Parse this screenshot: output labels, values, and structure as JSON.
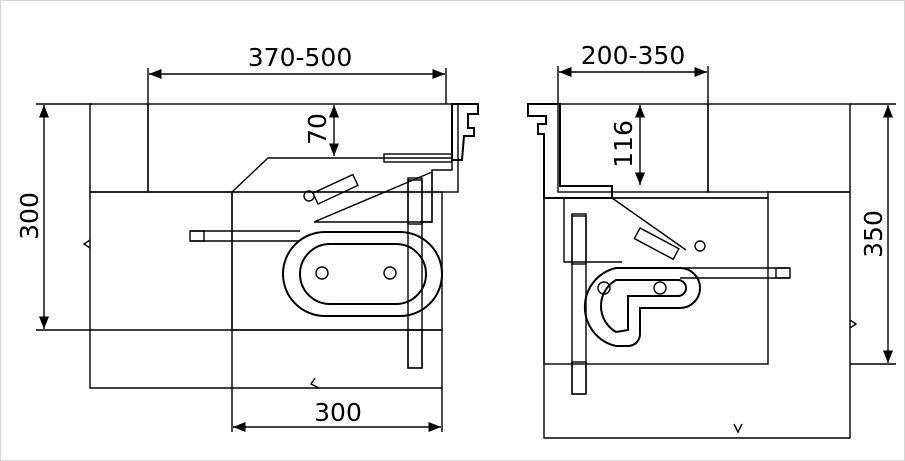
{
  "diagram": {
    "left_section": {
      "dim_top": "370-500",
      "dim_grille_height": "70",
      "dim_height": "300",
      "dim_bottom": "300"
    },
    "right_section": {
      "dim_top": "200-350",
      "dim_grille_height": "116",
      "dim_height": "350"
    }
  }
}
